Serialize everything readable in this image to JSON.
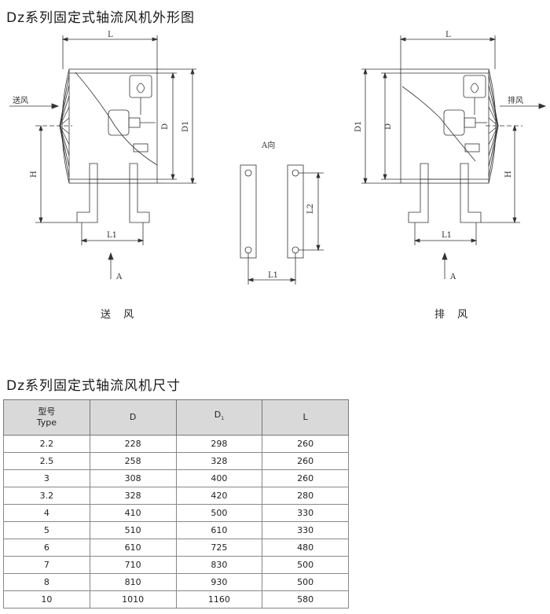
{
  "title_top": "Dz系列固定式轴流风机外形图",
  "title_table": "Dz系列固定式轴流风机尺寸",
  "drawing": {
    "left": {
      "caption": "送 风",
      "label_L": "L",
      "label_D": "D",
      "label_D1": "D1",
      "label_H": "H",
      "label_L1": "L1",
      "label_A": "A",
      "label_flow": "送风"
    },
    "middle": {
      "label_Adir": "A向",
      "label_L1": "L1",
      "label_L2": "L2"
    },
    "right": {
      "caption": "排 风",
      "label_L": "L",
      "label_D": "D",
      "label_D1": "D1",
      "label_H": "H",
      "label_L1": "L1",
      "label_A": "A",
      "label_flow": "排风"
    }
  },
  "table": {
    "header": {
      "type_cn": "型号",
      "type_en": "Type",
      "D": "D",
      "D1_main": "D",
      "D1_sub": "1",
      "L": "L"
    },
    "rows": [
      [
        "2.2",
        "228",
        "298",
        "260"
      ],
      [
        "2.5",
        "258",
        "328",
        "260"
      ],
      [
        "3",
        "308",
        "400",
        "260"
      ],
      [
        "3.2",
        "328",
        "420",
        "280"
      ],
      [
        "4",
        "410",
        "500",
        "330"
      ],
      [
        "5",
        "510",
        "610",
        "330"
      ],
      [
        "6",
        "610",
        "725",
        "480"
      ],
      [
        "7",
        "710",
        "830",
        "500"
      ],
      [
        "8",
        "810",
        "930",
        "500"
      ],
      [
        "10",
        "1010",
        "1160",
        "580"
      ]
    ]
  }
}
